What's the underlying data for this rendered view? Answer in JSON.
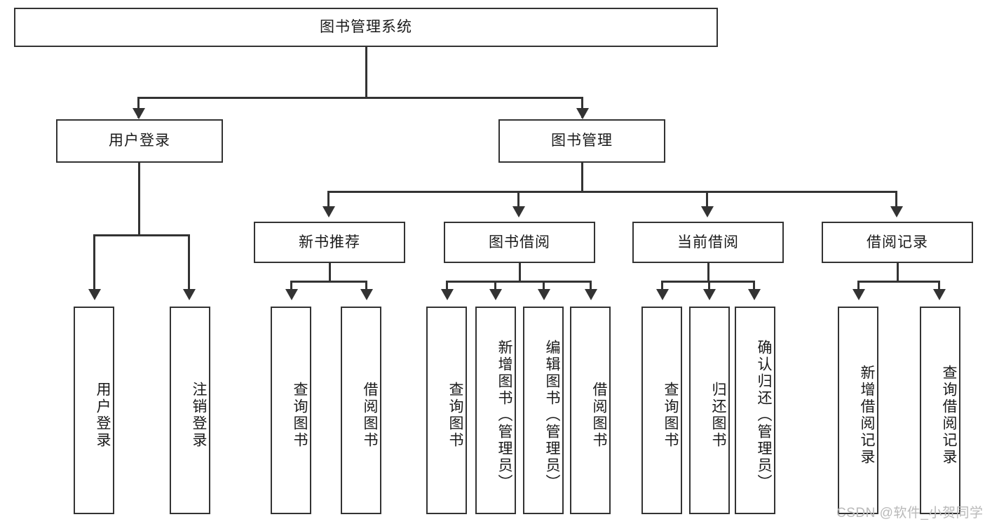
{
  "diagram": {
    "type": "hierarchy-tree",
    "title": "图书管理系统",
    "root": {
      "label": "图书管理系统"
    },
    "level2": [
      {
        "label": "用户登录"
      },
      {
        "label": "图书管理"
      }
    ],
    "level3": [
      {
        "label": "新书推荐"
      },
      {
        "label": "图书借阅"
      },
      {
        "label": "当前借阅"
      },
      {
        "label": "借阅记录"
      }
    ],
    "leaves": {
      "user_login": [
        {
          "label": "用户登录"
        },
        {
          "label": "注销登录"
        }
      ],
      "new_book_recommend": [
        {
          "label": "查询图书"
        },
        {
          "label": "借阅图书"
        }
      ],
      "book_borrow": [
        {
          "label": "查询图书"
        },
        {
          "label": "新增图书（管理员）"
        },
        {
          "label": "编辑图书（管理员）"
        },
        {
          "label": "借阅图书"
        }
      ],
      "current_borrow": [
        {
          "label": "查询图书"
        },
        {
          "label": "归还图书"
        },
        {
          "label": "确认归还（管理员）"
        }
      ],
      "borrow_record": [
        {
          "label": "新增借阅记录"
        },
        {
          "label": "查询借阅记录"
        }
      ]
    }
  },
  "watermark": {
    "text": "CSDN @软件_小贺同学"
  },
  "colors": {
    "border": "#333333",
    "background": "#ffffff",
    "text": "#1a1a1a",
    "watermark": "#b9b9b9"
  }
}
